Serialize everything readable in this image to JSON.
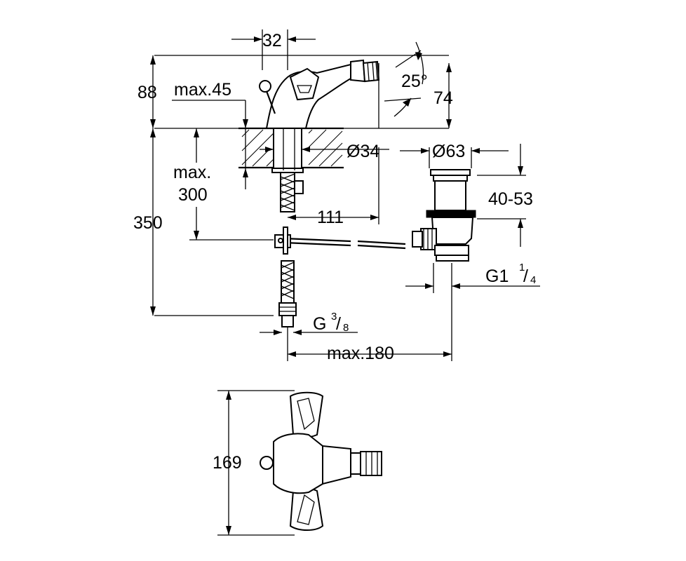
{
  "dimensions": {
    "d32": "32",
    "d88": "88",
    "max45": "max.45",
    "d25": "25°",
    "d74": "74",
    "dia34": "Ø34",
    "dia63": "Ø63",
    "max_label": "max.",
    "max_300": "300",
    "d350": "350",
    "d111": "111",
    "d40_53": "40-53",
    "g_label": "G1",
    "g_num": "1",
    "g_den": "4",
    "g38_label": "G",
    "g38_num": "3",
    "g38_den": "8",
    "max180": "max.180",
    "d169": "169"
  }
}
